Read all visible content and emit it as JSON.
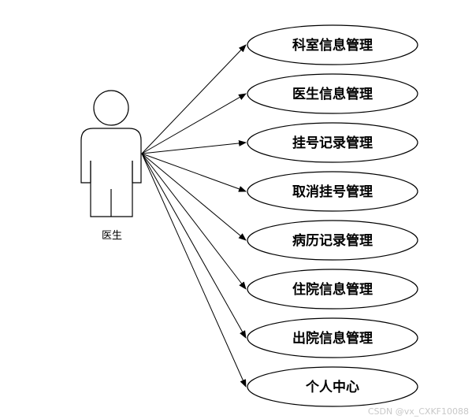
{
  "actor": {
    "label": "医生"
  },
  "use_cases": [
    "科室信息管理",
    "医生信息管理",
    "挂号记录管理",
    "取消挂号管理",
    "病历记录管理",
    "住院信息管理",
    "出院信息管理",
    "个人中心"
  ],
  "watermark": "CSDN @vx_CXKF10088"
}
